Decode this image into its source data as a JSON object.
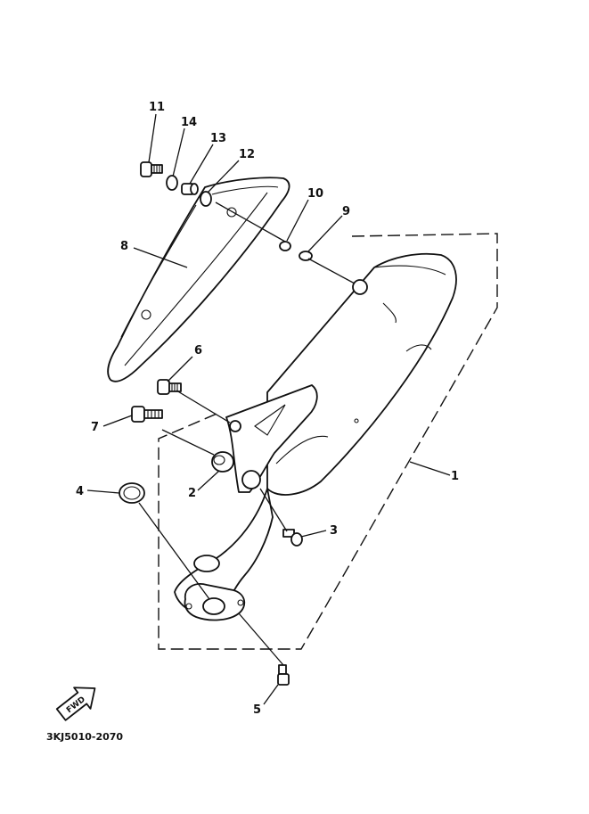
{
  "diagram": {
    "drawing_code": "3KJ5010-2070",
    "direction_badge": {
      "text": "FWD",
      "icon": "forward-arrow-icon"
    },
    "callouts": [
      {
        "id": "11",
        "label": "11"
      },
      {
        "id": "14",
        "label": "14"
      },
      {
        "id": "13",
        "label": "13"
      },
      {
        "id": "12",
        "label": "12"
      },
      {
        "id": "10",
        "label": "10"
      },
      {
        "id": "9",
        "label": "9"
      },
      {
        "id": "8",
        "label": "8"
      },
      {
        "id": "6",
        "label": "6"
      },
      {
        "id": "7",
        "label": "7"
      },
      {
        "id": "2",
        "label": "2"
      },
      {
        "id": "4",
        "label": "4"
      },
      {
        "id": "1",
        "label": "1"
      },
      {
        "id": "3",
        "label": "3"
      },
      {
        "id": "5",
        "label": "5"
      }
    ]
  }
}
